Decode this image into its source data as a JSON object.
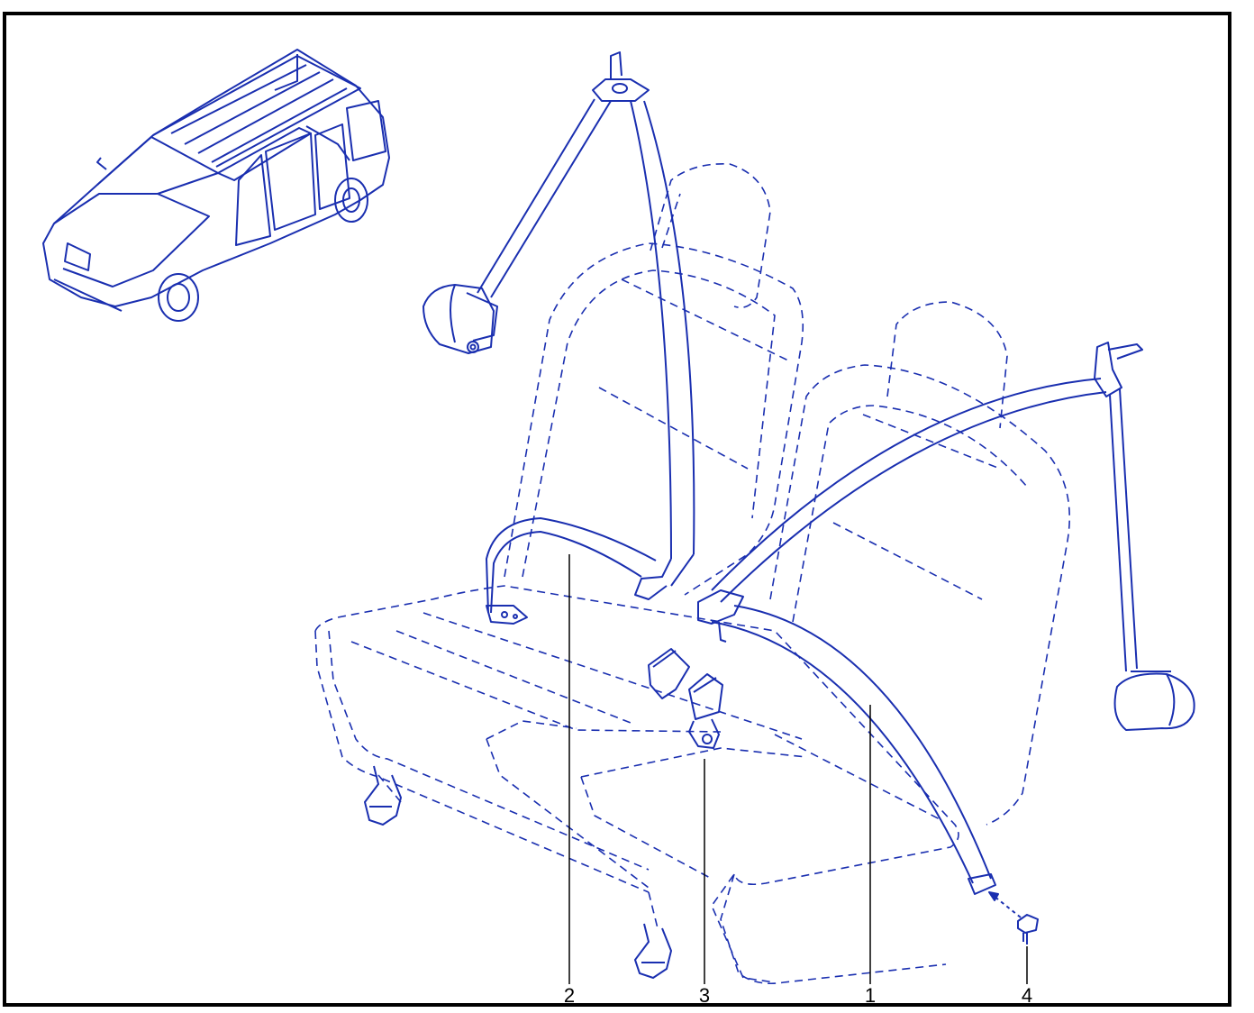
{
  "colors": {
    "line": "#1a2fb0",
    "frame": "#000000",
    "leader": "#000000",
    "background": "#ffffff"
  },
  "callouts": [
    {
      "id": "callout-2",
      "label": "2"
    },
    {
      "id": "callout-3",
      "label": "3"
    },
    {
      "id": "callout-1",
      "label": "1"
    },
    {
      "id": "callout-4",
      "label": "4"
    }
  ]
}
